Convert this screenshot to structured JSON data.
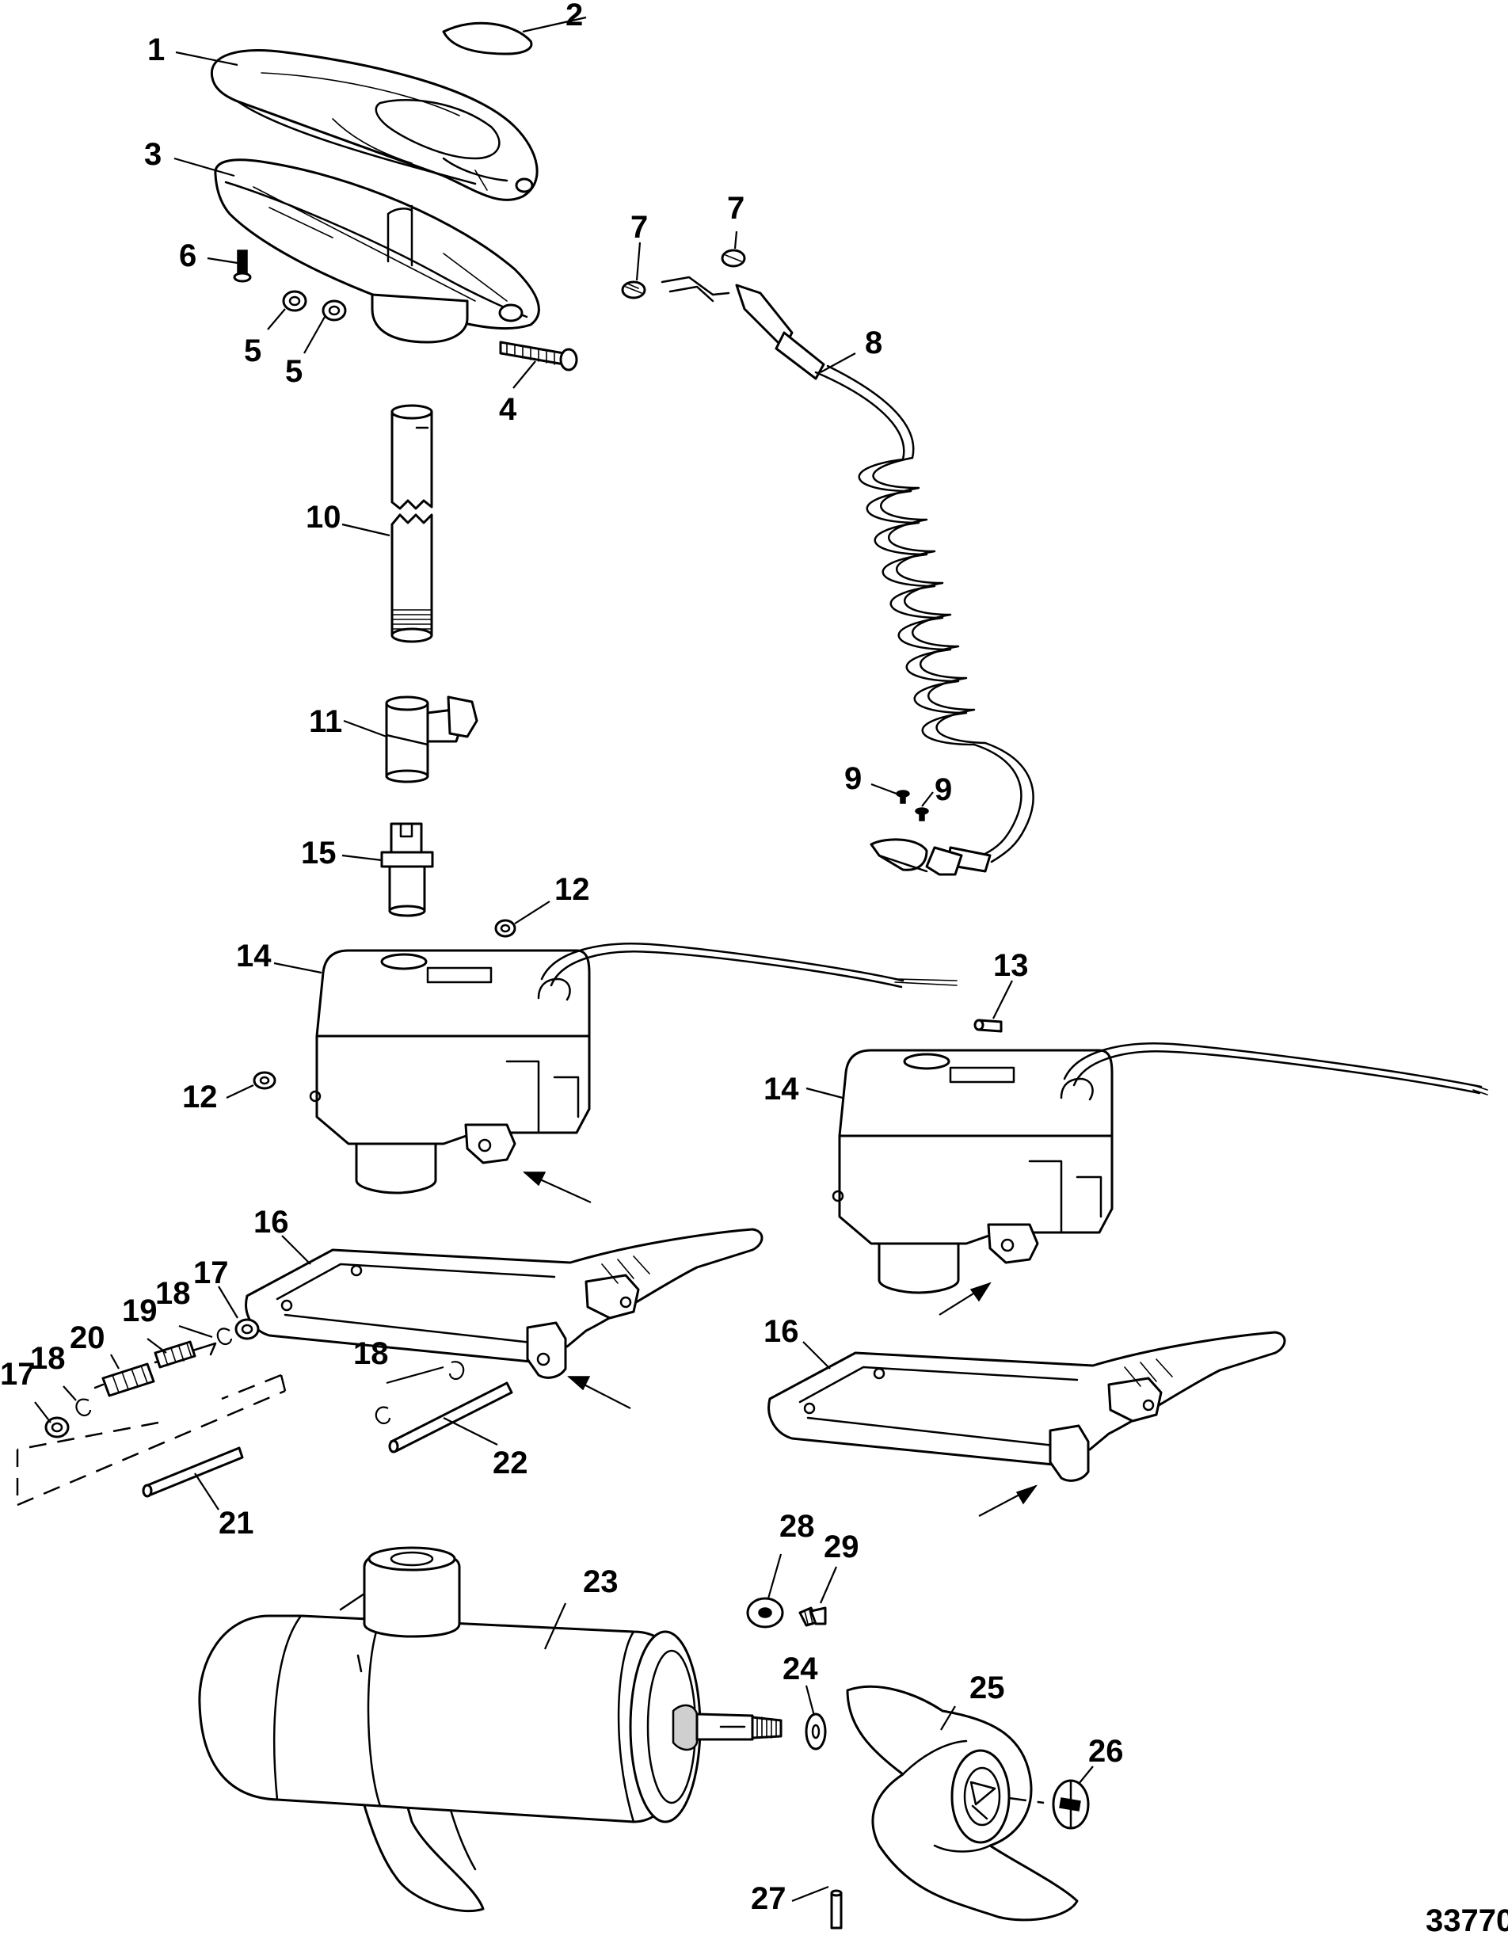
{
  "diagram": {
    "figure_number": "33770",
    "callouts": [
      {
        "id": "c1",
        "label": "1"
      },
      {
        "id": "c2",
        "label": "2"
      },
      {
        "id": "c3",
        "label": "3"
      },
      {
        "id": "c4",
        "label": "4"
      },
      {
        "id": "c5a",
        "label": "5"
      },
      {
        "id": "c5b",
        "label": "5"
      },
      {
        "id": "c6",
        "label": "6"
      },
      {
        "id": "c7a",
        "label": "7"
      },
      {
        "id": "c7b",
        "label": "7"
      },
      {
        "id": "c8",
        "label": "8"
      },
      {
        "id": "c9a",
        "label": "9"
      },
      {
        "id": "c9b",
        "label": "9"
      },
      {
        "id": "c10",
        "label": "10"
      },
      {
        "id": "c11",
        "label": "11"
      },
      {
        "id": "c12a",
        "label": "12"
      },
      {
        "id": "c12b",
        "label": "12"
      },
      {
        "id": "c13",
        "label": "13"
      },
      {
        "id": "c14a",
        "label": "14"
      },
      {
        "id": "c14b",
        "label": "14"
      },
      {
        "id": "c15",
        "label": "15"
      },
      {
        "id": "c16a",
        "label": "16"
      },
      {
        "id": "c16b",
        "label": "16"
      },
      {
        "id": "c17a",
        "label": "17"
      },
      {
        "id": "c17b",
        "label": "17"
      },
      {
        "id": "c18a",
        "label": "18"
      },
      {
        "id": "c18b",
        "label": "18"
      },
      {
        "id": "c18c",
        "label": "18"
      },
      {
        "id": "c19",
        "label": "19"
      },
      {
        "id": "c20",
        "label": "20"
      },
      {
        "id": "c21",
        "label": "21"
      },
      {
        "id": "c22",
        "label": "22"
      },
      {
        "id": "c23",
        "label": "23"
      },
      {
        "id": "c24",
        "label": "24"
      },
      {
        "id": "c25",
        "label": "25"
      },
      {
        "id": "c26",
        "label": "26"
      },
      {
        "id": "c27",
        "label": "27"
      },
      {
        "id": "c28",
        "label": "28"
      },
      {
        "id": "c29",
        "label": "29"
      }
    ]
  }
}
